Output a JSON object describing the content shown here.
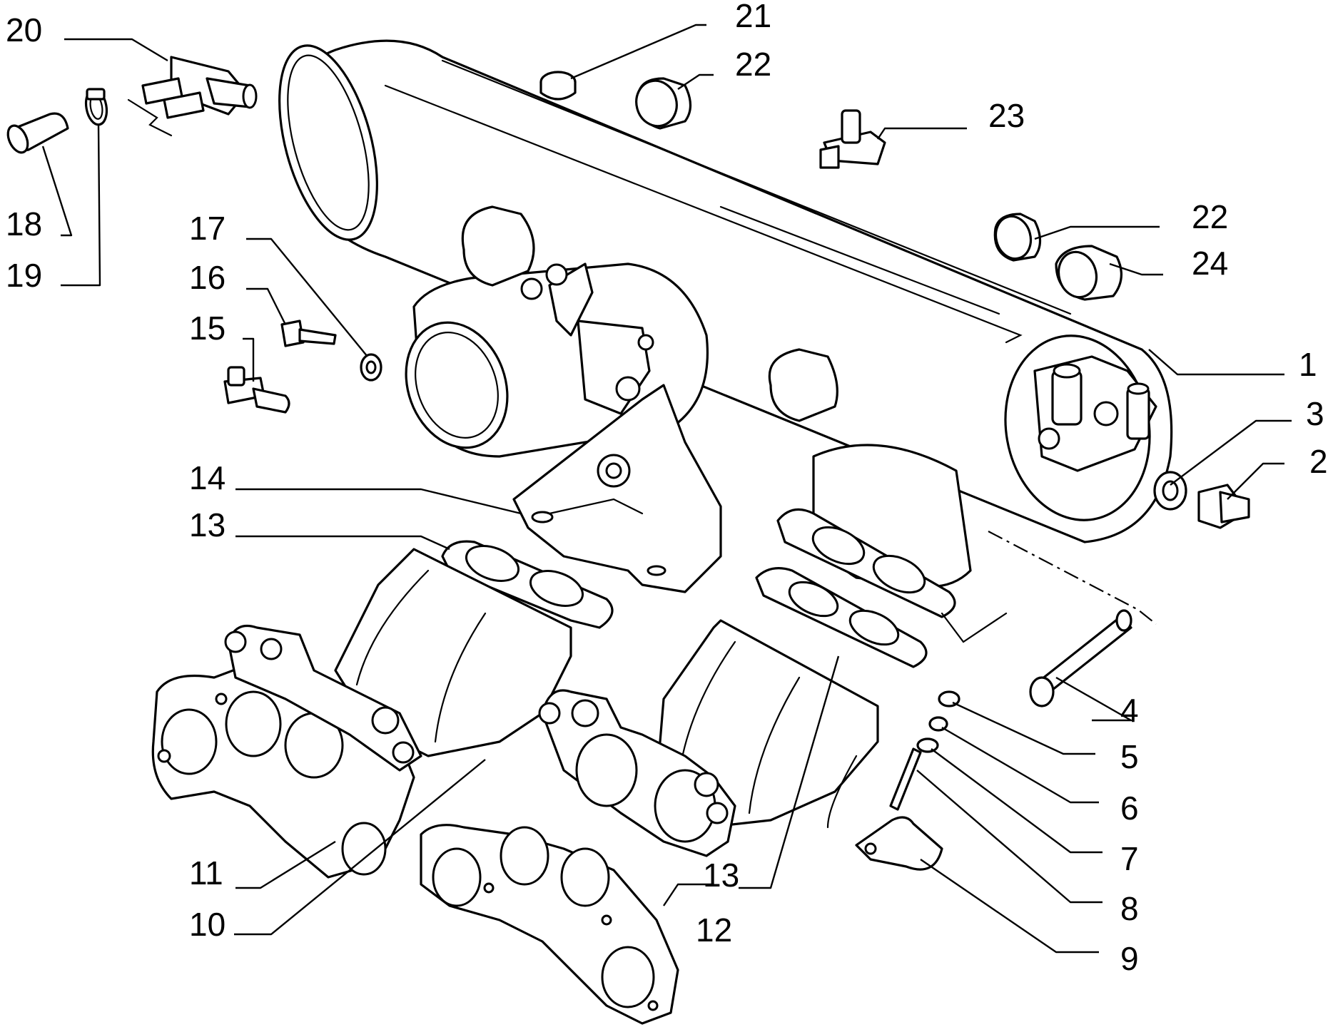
{
  "callouts": [
    {
      "id": "c1",
      "label": "1"
    },
    {
      "id": "c2",
      "label": "2"
    },
    {
      "id": "c3",
      "label": "3"
    },
    {
      "id": "c4",
      "label": "4"
    },
    {
      "id": "c5",
      "label": "5"
    },
    {
      "id": "c6",
      "label": "6"
    },
    {
      "id": "c7",
      "label": "7"
    },
    {
      "id": "c8",
      "label": "8"
    },
    {
      "id": "c9",
      "label": "9"
    },
    {
      "id": "c10",
      "label": "10"
    },
    {
      "id": "c11",
      "label": "11"
    },
    {
      "id": "c12",
      "label": "12"
    },
    {
      "id": "c13a",
      "label": "13"
    },
    {
      "id": "c13b",
      "label": "13"
    },
    {
      "id": "c14",
      "label": "14"
    },
    {
      "id": "c15",
      "label": "15"
    },
    {
      "id": "c16",
      "label": "16"
    },
    {
      "id": "c17",
      "label": "17"
    },
    {
      "id": "c18",
      "label": "18"
    },
    {
      "id": "c19",
      "label": "19"
    },
    {
      "id": "c20",
      "label": "20"
    },
    {
      "id": "c21",
      "label": "21"
    },
    {
      "id": "c22a",
      "label": "22"
    },
    {
      "id": "c22b",
      "label": "22"
    },
    {
      "id": "c23",
      "label": "23"
    },
    {
      "id": "c24",
      "label": "24"
    }
  ]
}
